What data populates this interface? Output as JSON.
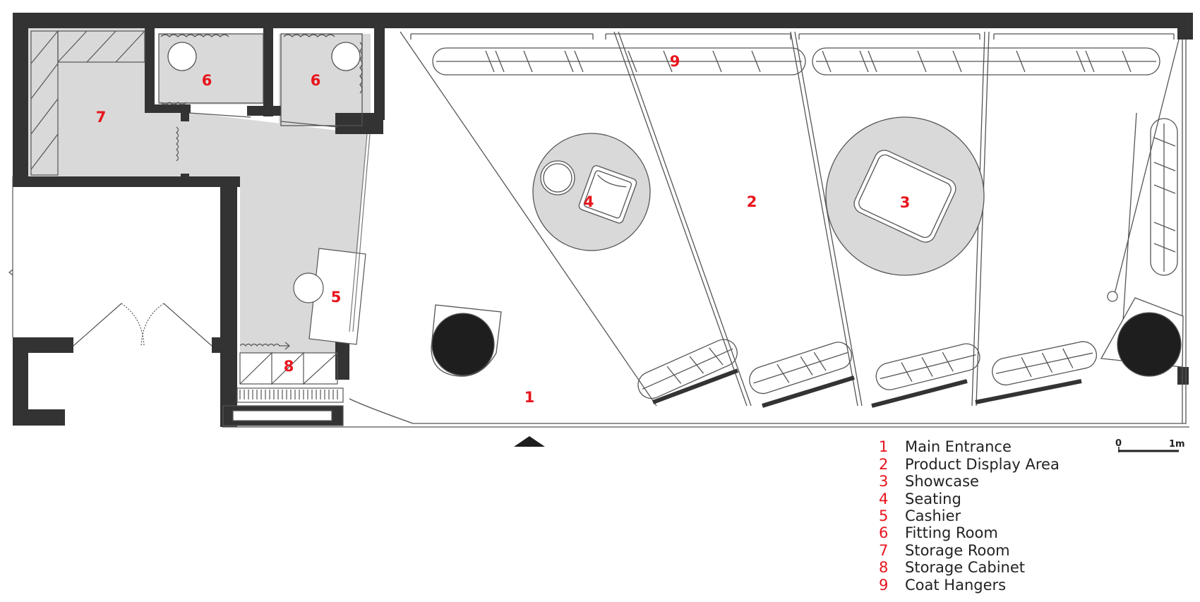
{
  "plan_labels": [
    {
      "id": "main-entrance",
      "text": "1"
    },
    {
      "id": "display-area",
      "text": "2"
    },
    {
      "id": "showcase",
      "text": "3"
    },
    {
      "id": "seating",
      "text": "4"
    },
    {
      "id": "cashier",
      "text": "5"
    },
    {
      "id": "fitting-room-a",
      "text": "6"
    },
    {
      "id": "fitting-room-b",
      "text": "6"
    },
    {
      "id": "storage-room",
      "text": "7"
    },
    {
      "id": "storage-cabinet",
      "text": "8"
    },
    {
      "id": "coat-hangers",
      "text": "9"
    }
  ],
  "legend": [
    {
      "num": "1",
      "label": "Main Entrance"
    },
    {
      "num": "2",
      "label": "Product Display Area"
    },
    {
      "num": "3",
      "label": "Showcase"
    },
    {
      "num": "4",
      "label": "Seating"
    },
    {
      "num": "5",
      "label": "Cashier"
    },
    {
      "num": "6",
      "label": "Fitting Room"
    },
    {
      "num": "7",
      "label": "Storage Room"
    },
    {
      "num": "8",
      "label": "Storage Cabinet"
    },
    {
      "num": "9",
      "label": "Coat Hangers"
    }
  ],
  "scale_bar": {
    "start": "0",
    "end": "1m"
  },
  "colors": {
    "wall": "#333333",
    "floor_gray": "#d9d9d9",
    "label_red": "#e8141c",
    "line": "#555555"
  }
}
